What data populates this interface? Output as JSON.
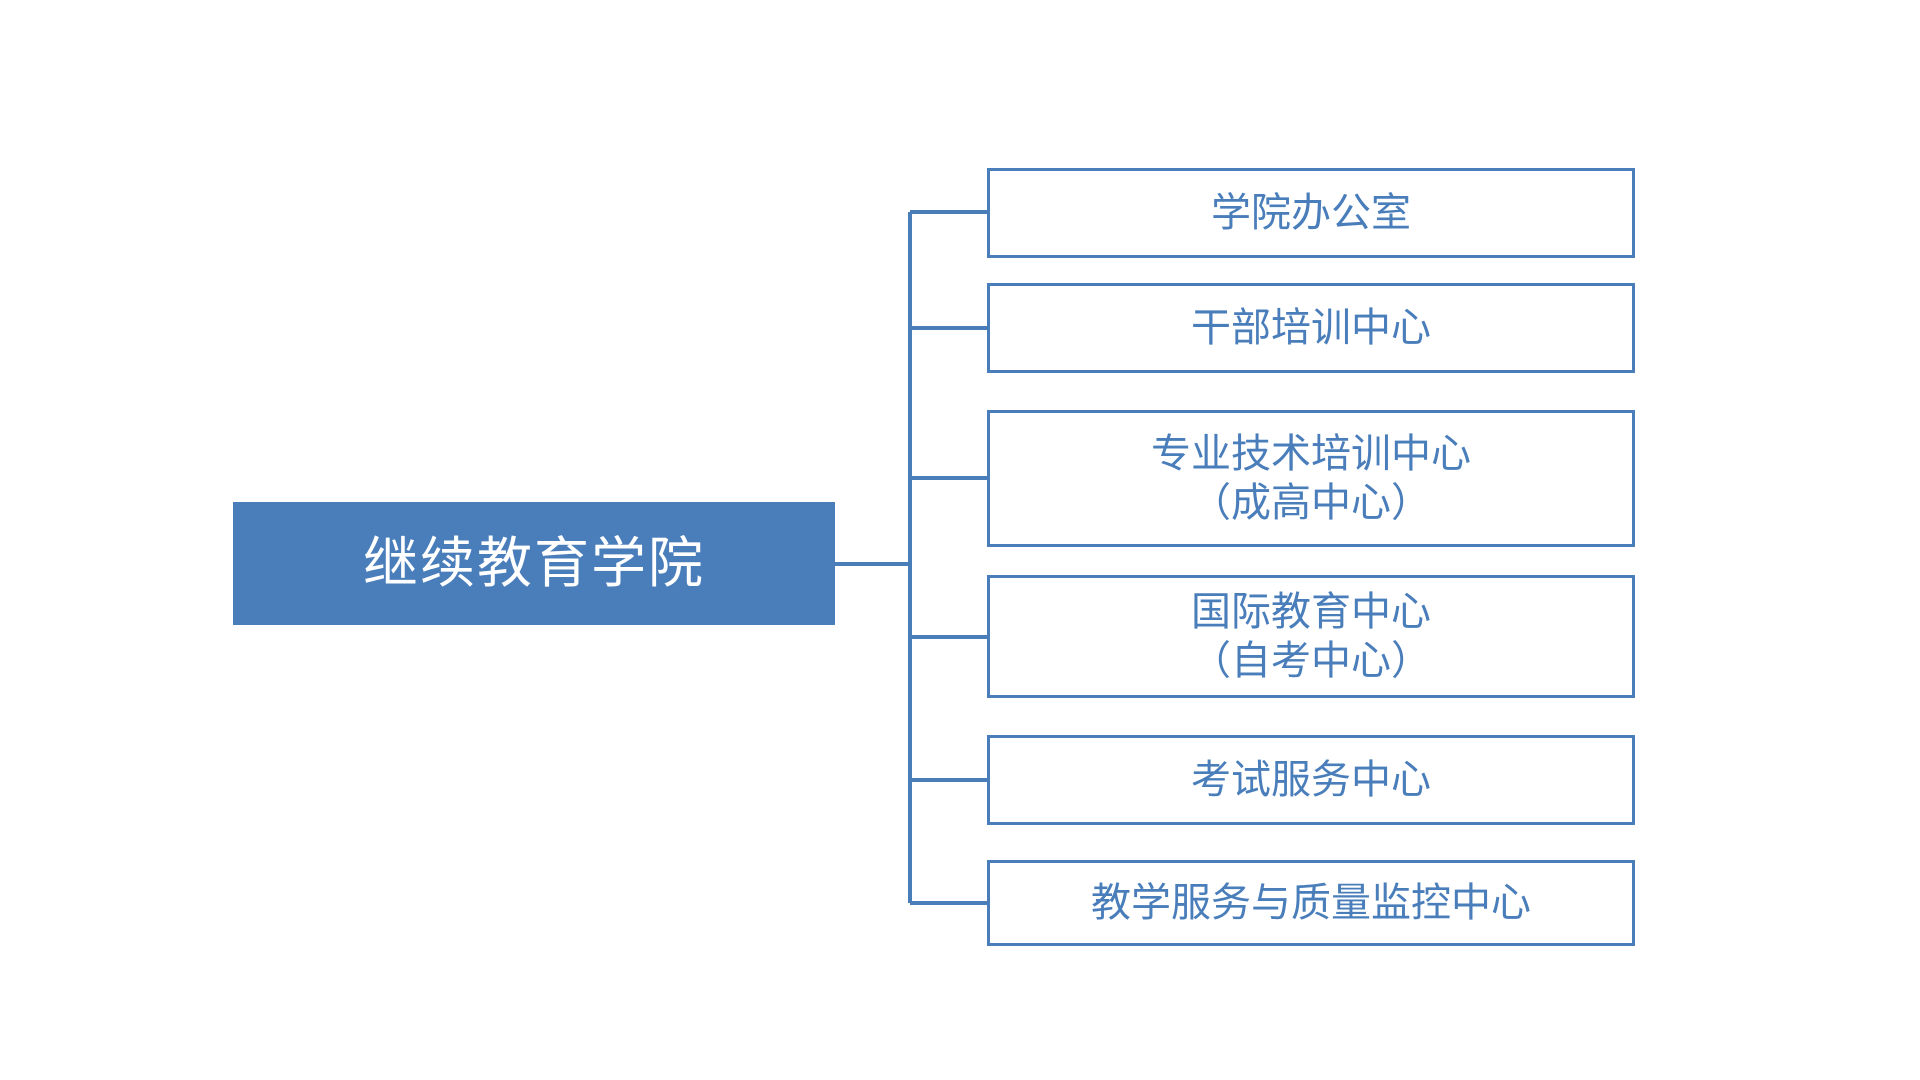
{
  "diagram": {
    "type": "organization-chart",
    "orientation": "horizontal-right",
    "background_color": "#FFFFFF",
    "accent_color": "#4A7EBB",
    "root_text_color": "#FFFFFF",
    "child_text_color": "#4A7EBB",
    "connector_color": "#4A7EBB",
    "root": {
      "label": "继续教育学院"
    },
    "children": [
      {
        "label": "学院办公室",
        "sublabel": ""
      },
      {
        "label": "干部培训中心",
        "sublabel": ""
      },
      {
        "label": "专业技术培训中心",
        "sublabel": "（成高中心）"
      },
      {
        "label": "国际教育中心",
        "sublabel": "（自考中心）"
      },
      {
        "label": "考试服务中心",
        "sublabel": ""
      },
      {
        "label": "教学服务与质量监控中心",
        "sublabel": ""
      }
    ]
  }
}
